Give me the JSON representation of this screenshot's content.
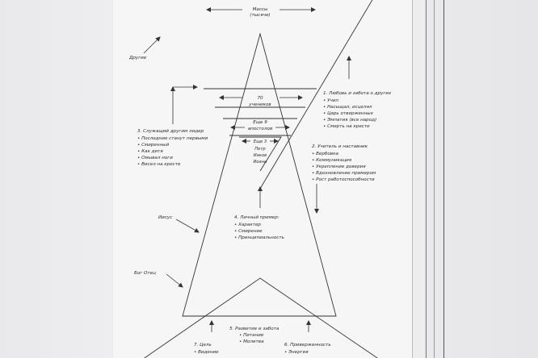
{
  "labels": {
    "masses": [
      "Массы",
      "(тысячи)"
    ],
    "others": "Другие",
    "seventy": [
      "70",
      "учеников"
    ],
    "nine": [
      "Еще 9",
      "апостолов"
    ],
    "three": [
      "Еще 3",
      "Петр",
      "Иаков",
      "Иоанн"
    ],
    "jesus": "Иисус",
    "father": "Бог Отец"
  },
  "lists": {
    "love": [
      "1. Любовь и забота о других",
      "• Учил",
      "• Насыщал, исцелял",
      "• Царь отверженных",
      "• Эмпатия (все народ)",
      "• Смерть на кресте"
    ],
    "servant": [
      "3. Служащий другим лидер",
      "• Последние станут первыми",
      "• Смиренный",
      "• Как дитя",
      "• Омывал ноги",
      "• Висел на кресте"
    ],
    "teacher": [
      "2. Учитель и наставник",
      "• Вербовка",
      "• Коммуникация",
      "• Укрепление доверия",
      "• Вдохновление примером",
      "• Рост работоспособности"
    ],
    "example": [
      "4. Личный пример:",
      "• Характер",
      "• Смирение",
      "• Принципиальность"
    ],
    "growth": [
      "5. Развитие и забота",
      "• Питание",
      "• Молитва"
    ],
    "goal": [
      "7. Цель",
      "• Видение"
    ],
    "devotion": [
      "6. Приверженность",
      "• Энергия"
    ]
  }
}
